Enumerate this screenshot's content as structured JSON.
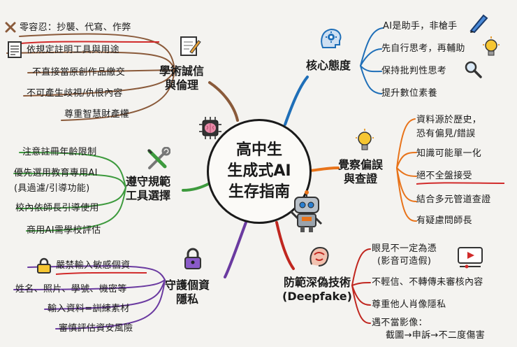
{
  "center": {
    "line1": "高中生",
    "line2": "生成式AI",
    "line3": "生存指南"
  },
  "branches": {
    "academic": {
      "title1": "學術誠信",
      "title2": "與倫理",
      "items": [
        "零容忍：抄襲、代寫、作弊",
        "依規定註明工具與用途",
        "不直接當原創作品繳交",
        "不可產生歧視/仇恨內容",
        "尊重智慧財產權"
      ]
    },
    "attitude": {
      "title": "核心態度",
      "items": [
        "AI是助手，非槍手",
        "先自行思考，再輔助",
        "保持批判性思考",
        "提升數位素養"
      ]
    },
    "compliance": {
      "title1": "遵守規範",
      "title2": "工具選擇",
      "items": [
        "注意註冊年齡限制",
        "優先選用教育專用AI",
        "(具過濾/引導功能)",
        "校內依師長引導使用",
        "商用AI需學校評估"
      ]
    },
    "bias": {
      "title1": "覺察偏誤",
      "title2": "與查證",
      "items": [
        "資料源於歷史，",
        "恐有偏見/錯誤",
        "知識可能單一化",
        "絕不全盤接受",
        "結合多元管道查證",
        "有疑慮問師長"
      ]
    },
    "privacy": {
      "title1": "守護個資",
      "title2": "隱私",
      "items": [
        "嚴禁輸入敏感個資",
        "姓名、照片、學號、機密等",
        "輸入資料=訓練素材",
        "審慎評估資安風險"
      ]
    },
    "deepfake": {
      "title1": "防範深偽技術",
      "title2": "(Deepfake)",
      "items": [
        "眼見不一定為憑",
        "(影音可造假)",
        "不輕信、不轉傳未審核內容",
        "尊重他人肖像隱私",
        "遇不當影像：",
        "截圖→申訴→不二度傷害"
      ]
    }
  },
  "colors": {
    "academic": "#8a5a3a",
    "attitude": "#1f6fb8",
    "compliance": "#3d9a3d",
    "bias": "#e8731a",
    "privacy": "#6a3aa0",
    "deepfake": "#c0261f",
    "highlight": "#d12b2b"
  },
  "icons": [
    "x-mark-icon",
    "document-icon",
    "pen-paper-icon",
    "brain-gear-icon",
    "pen-icon",
    "lightbulb-icon",
    "magnifier-icon",
    "brain-chip-icon",
    "wrench-screwdriver-icon",
    "robot-icon",
    "padlock-icon",
    "video-play-icon",
    "face-scan-icon"
  ]
}
